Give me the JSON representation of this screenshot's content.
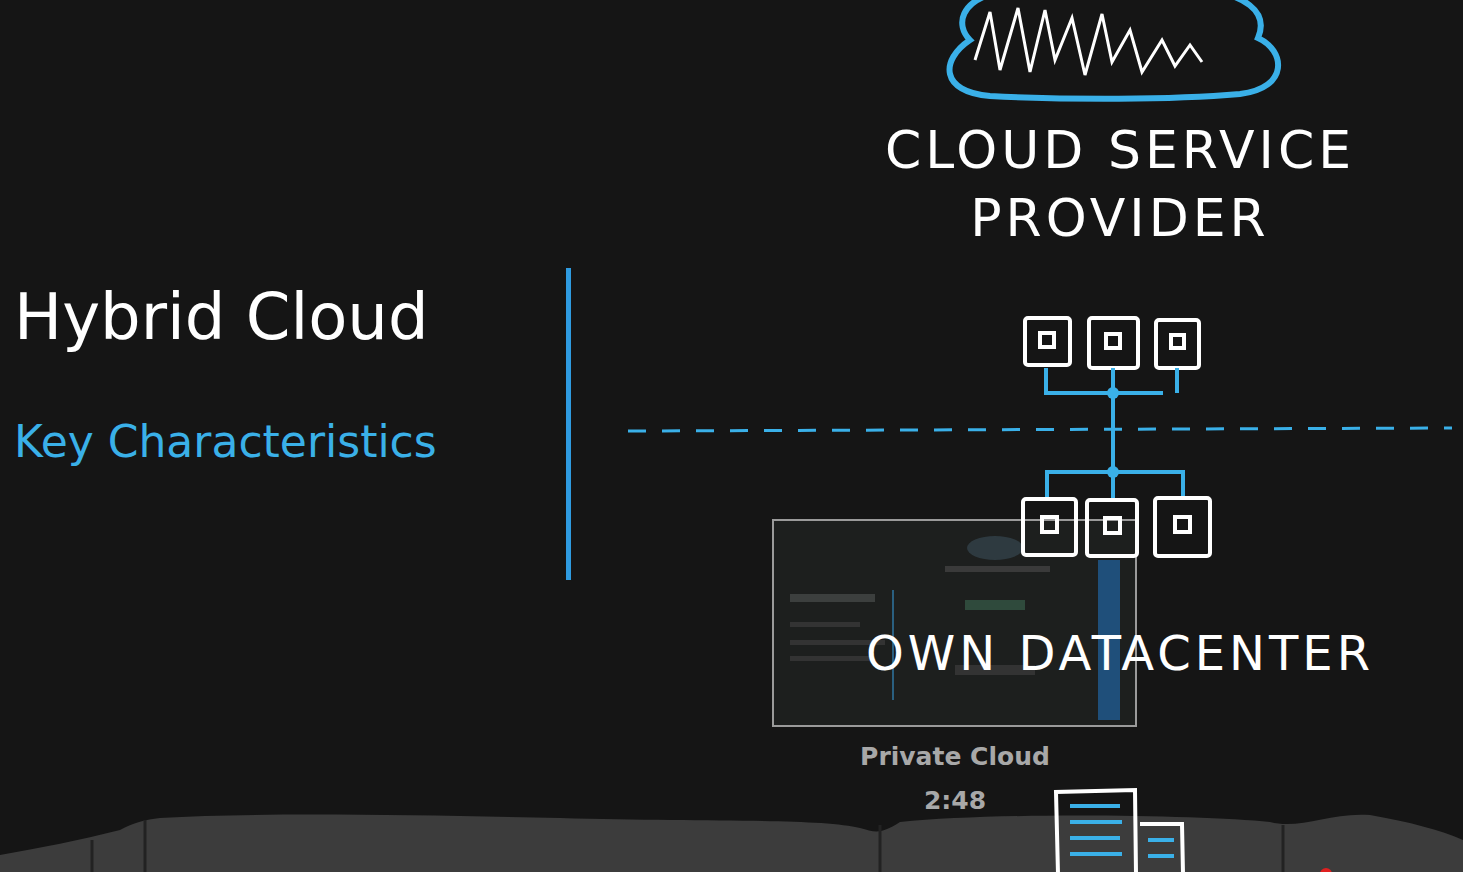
{
  "diagram": {
    "title": "Hybrid Cloud",
    "nodes": [
      {
        "text": [
          "CLOUD SERVICE PROVIDER"
        ]
      },
      {
        "text": [
          "OWN DATACENTER"
        ]
      }
    ],
    "edges": [
      {
        "from": 0,
        "to": 1,
        "arrow": "none"
      }
    ],
    "labels": [
      "Key Characteristics",
      "Private Cloud",
      "2:48"
    ]
  }
}
